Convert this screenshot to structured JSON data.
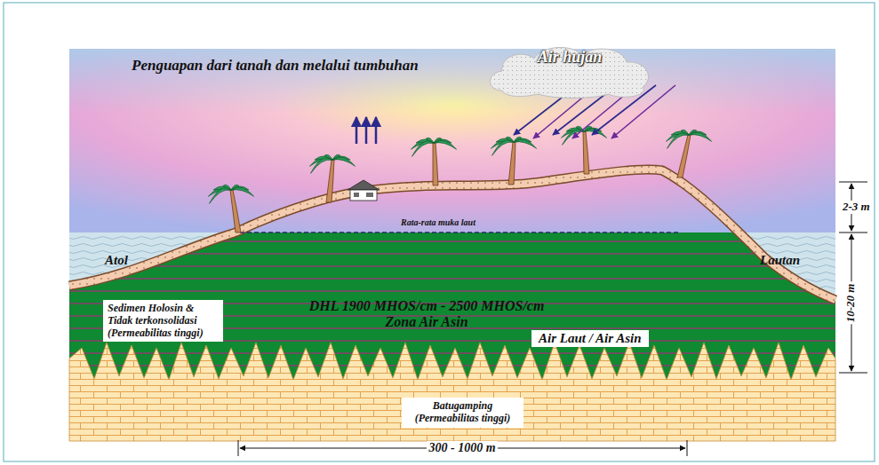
{
  "diagram": {
    "nodes": [
      {
        "text": [
          "Air hujan"
        ]
      },
      {
        "text": [
          "Sedimen Holosin & Tidak terkonsolidasi (Permeabilitas tinggi)"
        ]
      },
      {
        "text": [
          "Air Laut / Air Asin"
        ]
      },
      {
        "text": [
          "Batugamping (Permeabilitas tinggi)"
        ]
      }
    ],
    "labels": [
      "Penguapan dari tanah dan melalui tumbuhan",
      "Rata-rata muka laut",
      "Atol",
      "Lautan",
      "DHL 1900 MHOS/cm - 2500 MHOS/cm Zona Air Asin",
      "2-3 m",
      "10-20 m",
      "300 - 1000 m"
    ]
  }
}
